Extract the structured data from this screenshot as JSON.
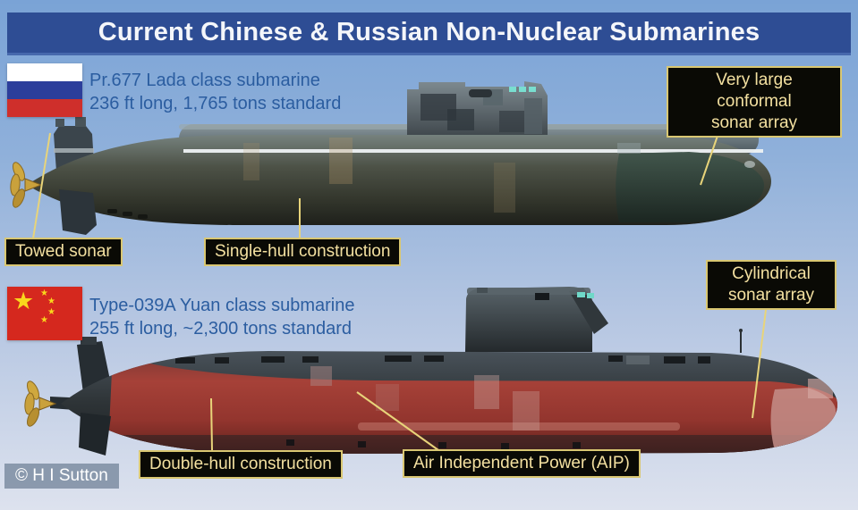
{
  "title": "Current Chinese & Russian Non-Nuclear Submarines",
  "russian_sub": {
    "name": "Pr.677 Lada class submarine",
    "specs": "236 ft long, 1,765 tons standard"
  },
  "chinese_sub": {
    "name": "Type-039A Yuan class submarine",
    "specs": "255 ft long, ~2,300 tons standard"
  },
  "annotations": {
    "conformal_sonar": "Very large conformal\nsonar array",
    "towed_sonar": "Towed sonar",
    "single_hull": "Single-hull construction",
    "cylindrical_sonar": "Cylindrical\nsonar array",
    "double_hull": "Double-hull construction",
    "aip": "Air Independent Power (AIP)"
  },
  "credit": "© H I Sutton",
  "colors": {
    "title_bar": "#2e4d94",
    "background_top": "#7aa3d6",
    "background_bottom": "#dde2ee",
    "label_bg": "#0a0a05",
    "label_border": "#d9c772",
    "label_text": "#f3e0a0",
    "leader_line": "#e8d47a",
    "info_text": "#2b5da0",
    "russia_flag": [
      "#ffffff",
      "#2c3e9b",
      "#cf2f2b"
    ],
    "china_flag": [
      "#d5281e",
      "#f9d71c"
    ],
    "russian_hull": "#4d5247",
    "chinese_hull_red": "#8c322c",
    "propeller_gold": "#c9a13c"
  }
}
